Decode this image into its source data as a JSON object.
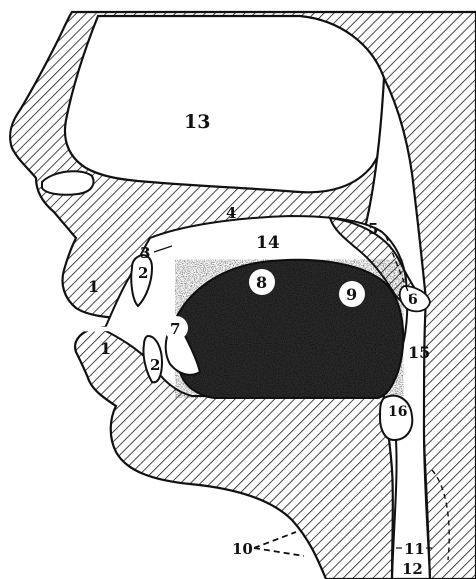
{
  "colors": {
    "ink": "#111111",
    "paper": "#ffffff",
    "hatch": "#1a1a1a",
    "tongue": "#222222"
  },
  "labels": {
    "lips_upper": "1",
    "lips_lower": "1",
    "teeth_upper": "2",
    "teeth_lower": "2",
    "alveolar_ridge": "3",
    "hard_palate": "4",
    "soft_palate": "5",
    "uvula": "6",
    "tongue_tip": "7",
    "tongue_front": "8",
    "tongue_back": "9",
    "vocal_cords": "10",
    "larynx": "11",
    "trachea": "12",
    "nasal_cavity": "13",
    "oral_cavity": "14",
    "pharynx": "15",
    "epiglottis": "16"
  }
}
